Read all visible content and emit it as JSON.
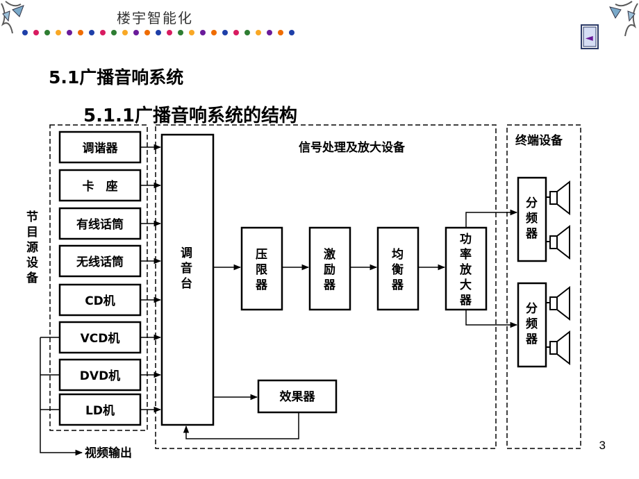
{
  "header": {
    "title": "楼宇智能化",
    "back_glyph": "◄"
  },
  "title": "5.1广播音响系统",
  "subtitle": "5.1.1广播音响系统的结构",
  "page_number": "3",
  "diagram": {
    "source_group_label": [
      "节",
      "目",
      "源",
      "设",
      "备"
    ],
    "sources": [
      "调谐器",
      "卡　座",
      "有线话筒",
      "无线话筒",
      "CD机",
      "VCD机",
      "DVD机",
      "LD机"
    ],
    "mixer_label": [
      "调",
      "音",
      "台"
    ],
    "processing_group_label": "信号处理及放大设备",
    "compressor_label": [
      "压",
      "限",
      "器"
    ],
    "exciter_label": [
      "激",
      "励",
      "器"
    ],
    "equalizer_label": [
      "均",
      "衡",
      "器"
    ],
    "amplifier_label": [
      "功",
      "率",
      "放",
      "大",
      "器"
    ],
    "effects_label": "效果器",
    "terminal_group_label": "终端设备",
    "crossover_label": [
      "分",
      "频",
      "器"
    ],
    "video_out_label": "视频输出"
  }
}
